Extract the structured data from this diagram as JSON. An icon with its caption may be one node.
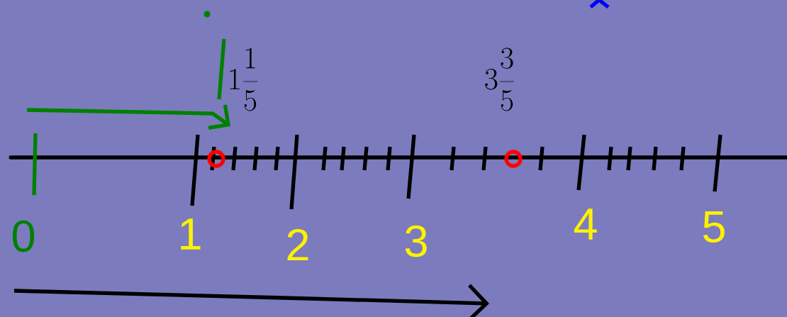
{
  "diagram": {
    "labels": [
      "1\\frac{1}{5}",
      "3\\frac{3}{5}",
      "0",
      "1",
      "2",
      "3",
      "4",
      "5"
    ]
  }
}
